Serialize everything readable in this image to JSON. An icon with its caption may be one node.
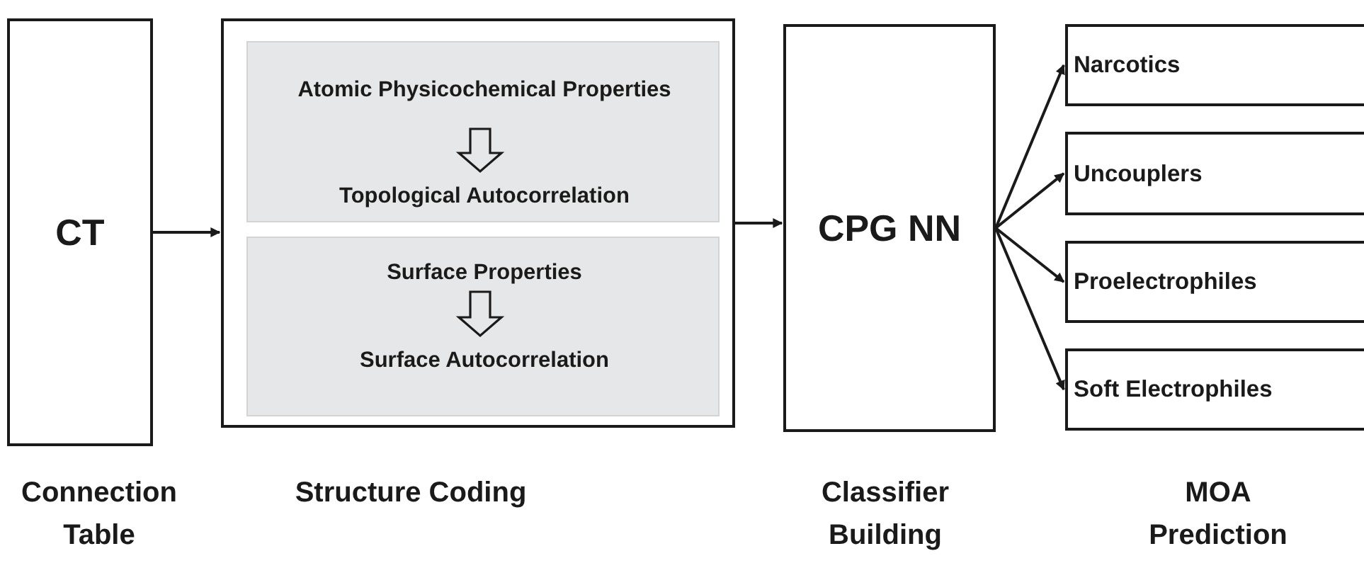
{
  "diagram": {
    "nodes": [
      {
        "text": [
          "CT"
        ]
      },
      {
        "text": [],
        "shape": "box"
      },
      {
        "text": [],
        "shape": "box",
        "in": 1
      },
      {
        "text": [
          "Atomic Physicochemical Properties"
        ],
        "in": 2
      },
      {
        "text": [
          "Topological Autocorrelation"
        ],
        "in": 2
      },
      {
        "text": [],
        "shape": "box",
        "in": 1
      },
      {
        "text": [
          "Surface Properties"
        ],
        "in": 5
      },
      {
        "text": [
          "Surface Autocorrelation"
        ],
        "in": 5
      },
      {
        "text": [
          "CPG NN"
        ]
      },
      {
        "text": [
          "Narcotics"
        ]
      },
      {
        "text": [
          "Uncouplers"
        ]
      },
      {
        "text": [
          "Proelectrophiles"
        ]
      },
      {
        "text": [
          "Soft Electrophiles"
        ]
      }
    ],
    "edges": [
      {
        "from": 0,
        "to": 1,
        "arrow": "to"
      },
      {
        "from": 3,
        "to": 4,
        "arrow": "to"
      },
      {
        "from": 6,
        "to": 7,
        "arrow": "to"
      },
      {
        "from": 1,
        "to": 8,
        "arrow": "to"
      },
      {
        "from": 8,
        "to": 9,
        "arrow": "to"
      },
      {
        "from": 8,
        "to": 10,
        "arrow": "to"
      },
      {
        "from": 8,
        "to": 11,
        "arrow": "to"
      },
      {
        "from": 8,
        "to": 12,
        "arrow": "to"
      }
    ],
    "labels": [
      "Connection Table",
      "Structure Coding",
      "Classifier Building",
      "MOA Prediction"
    ]
  }
}
